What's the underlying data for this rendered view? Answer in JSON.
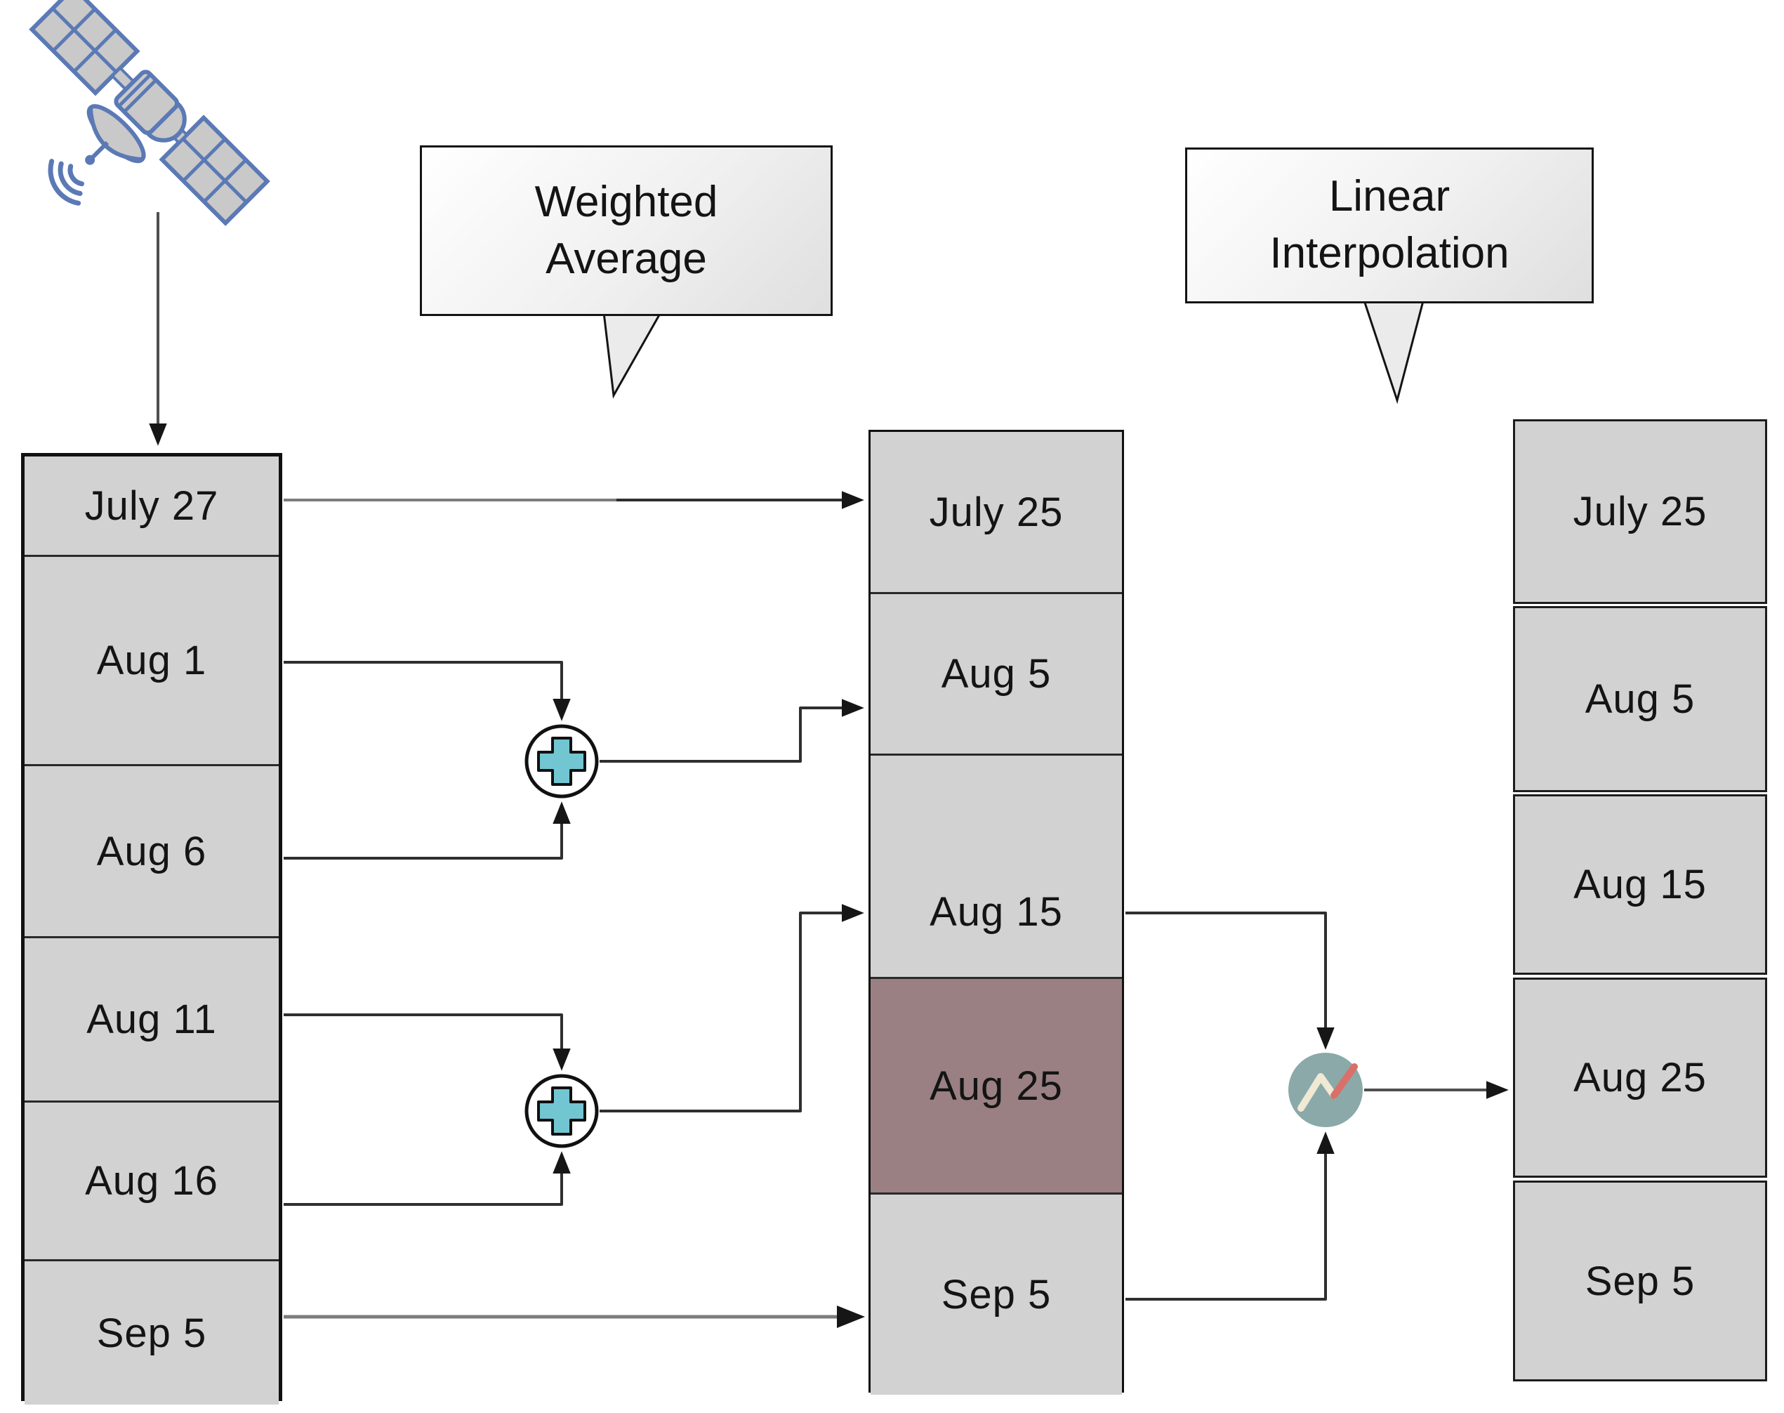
{
  "callouts": {
    "weighted_average": "Weighted Average",
    "linear_interpolation": "Linear Interpolation"
  },
  "columns": {
    "source_dates": {
      "items": [
        "July 27",
        "Aug 1",
        "Aug 6",
        "Aug 11",
        "Aug 16",
        "Sep 5"
      ]
    },
    "weighted_dates": {
      "items": [
        "July 25",
        "Aug 5",
        "Aug 15",
        "Aug 25",
        "Sep 5"
      ],
      "highlighted": "Aug 25"
    },
    "interpolated_dates": {
      "items": [
        "July 25",
        "Aug 5",
        "Aug 15",
        "Aug 25",
        "Sep 5"
      ]
    }
  },
  "icons": {
    "source": "satellite-icon",
    "combine_top": "plus-icon",
    "combine_bottom": "plus-icon",
    "interpolation": "line-chart-icon"
  },
  "flows": [
    {
      "from": [
        "July 27"
      ],
      "operation": "direct",
      "to": "July 25"
    },
    {
      "from": [
        "Aug 1",
        "Aug 6"
      ],
      "operation": "weighted-average",
      "to": "Aug 5"
    },
    {
      "from": [
        "Aug 11",
        "Aug 16"
      ],
      "operation": "weighted-average",
      "to": "Aug 15"
    },
    {
      "from": [
        "Sep 5"
      ],
      "operation": "direct",
      "to": "Sep 5"
    },
    {
      "from": [
        "Aug 15",
        "Sep 5"
      ],
      "operation": "linear-interpolation",
      "to": "Aug 25"
    }
  ],
  "colors": {
    "cell_fill": "#d2d2d2",
    "highlight_fill": "#9a8082",
    "plus_glyph": "#72c6d2",
    "interp_circle_fill": "#8ba9a8",
    "interp_zigzag_cream": "#f0e9d3",
    "interp_zigzag_red": "#d9706a",
    "satellite_blue": "#5b79b5",
    "arrow": "#2f2f2f"
  }
}
